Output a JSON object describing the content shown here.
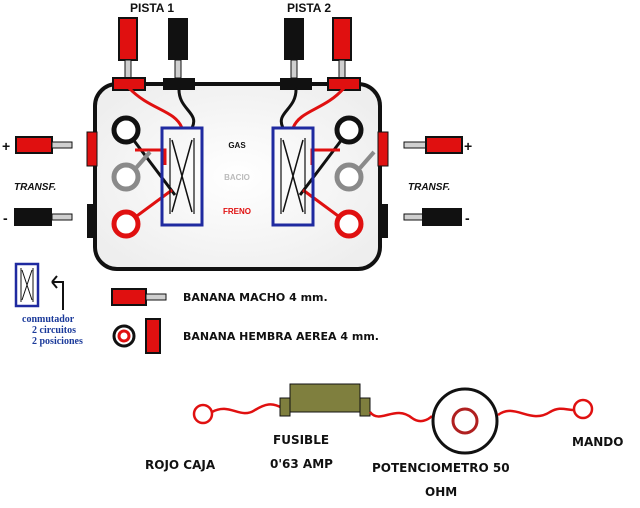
{
  "labels": {
    "pista1": "PISTA 1",
    "pista2": "PISTA 2",
    "plus_left": "+",
    "minus_left": "-",
    "plus_right": "+",
    "minus_right": "-",
    "transf_left": "TRANSF.",
    "transf_right": "TRANSF.",
    "gas": "GAS",
    "bacio": "BACIO",
    "freno": "FRENO"
  },
  "legend": {
    "banana_macho": "BANANA MACHO 4 mm.",
    "banana_hembra": "BANANA HEMBRA AEREA 4 mm.",
    "conmutador_line1": "conmutador",
    "conmutador_line2": "2 circuitos",
    "conmutador_line3": "2 posiciones"
  },
  "circuit": {
    "rojo_caja": "ROJO CAJA",
    "fusible_line1": "FUSIBLE",
    "fusible_line2": "0'63 AMP",
    "potenciometro_line1": "POTENCIOMETRO 50",
    "potenciometro_line2": "OHM",
    "mando": "MANDO"
  },
  "colors": {
    "red": "#e01010",
    "black": "#111111",
    "grey": "#8a8a8a",
    "blue": "#1f2aa0",
    "fuse": "#7f7f3e"
  }
}
